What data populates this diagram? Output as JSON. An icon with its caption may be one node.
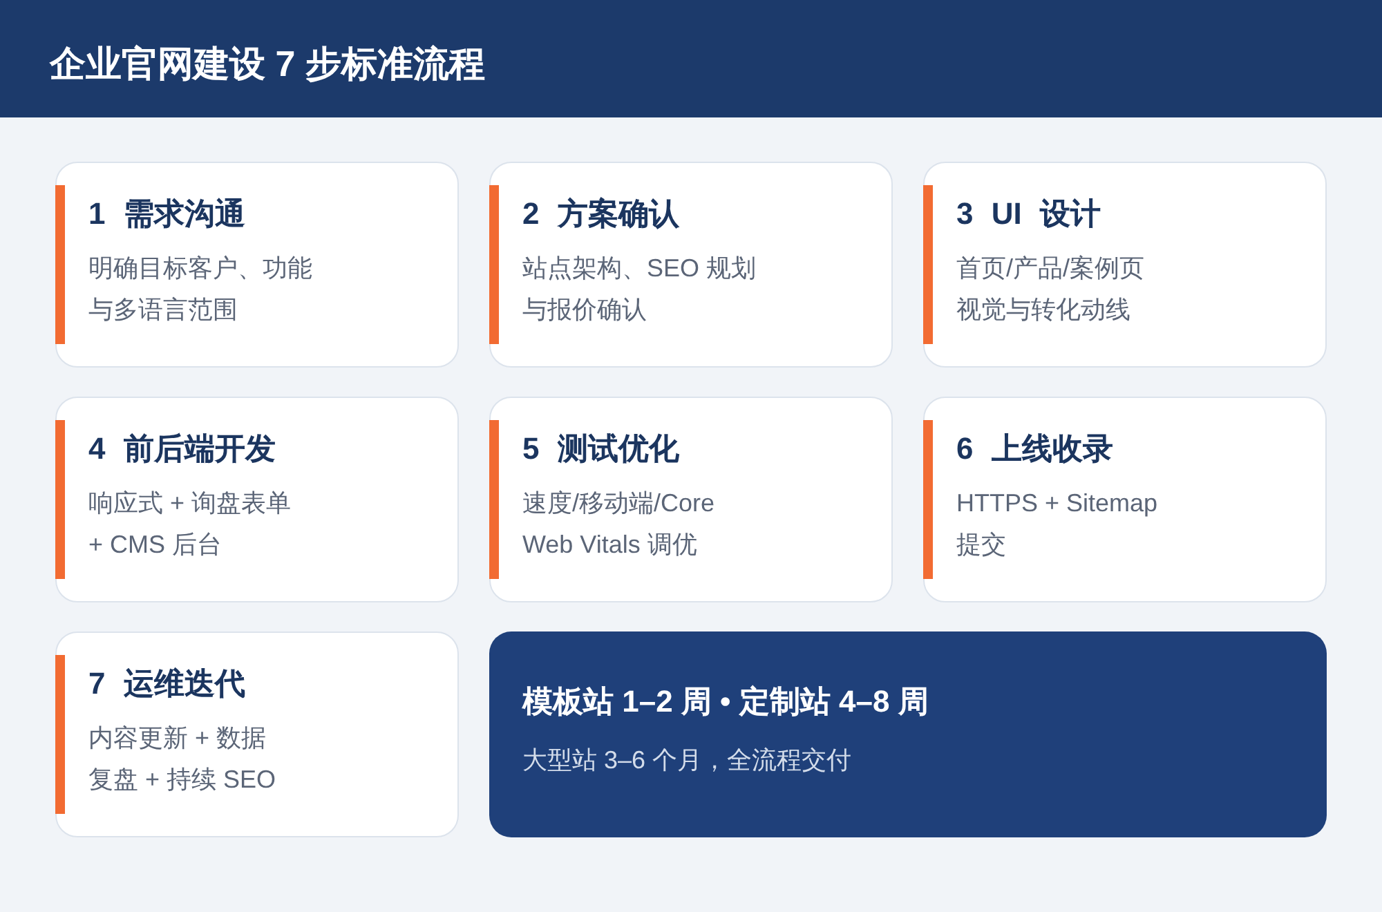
{
  "diagram": {
    "title": "企业官网建设 7 步标准流程",
    "nodes": [
      {
        "text": [
          "1 需求沟通",
          "明确目标客户、功能与多语言范围"
        ]
      },
      {
        "text": [
          "2 方案确认",
          "站点架构、SEO 规划与报价确认"
        ]
      },
      {
        "text": [
          "3 UI 设计",
          "首页/产品/案例页视觉与转化动线"
        ]
      },
      {
        "text": [
          "4 前后端开发",
          "响应式 + 询盘表单 + CMS 后台"
        ]
      },
      {
        "text": [
          "5 测试优化",
          "速度/移动端/Core Web Vitals 调优"
        ]
      },
      {
        "text": [
          "6 上线收录",
          "HTTPS + Sitemap 提交"
        ]
      },
      {
        "text": [
          "7 运维迭代",
          "内容更新 + 数据复盘 + 持续 SEO"
        ]
      },
      {
        "text": [
          "模板站 1–2 周 • 定制站 4–8 周",
          "大型站 3–6 个月，全流程交付"
        ]
      }
    ]
  }
}
